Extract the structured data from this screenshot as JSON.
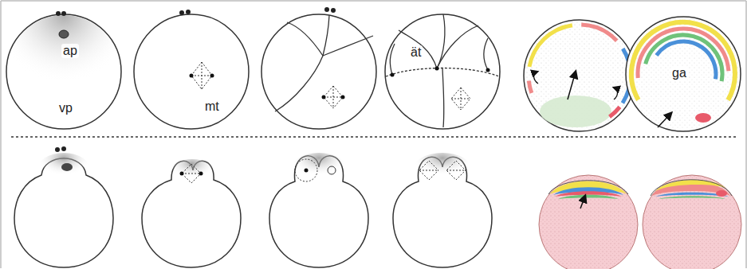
{
  "diagram": {
    "labels": [
      "ap",
      "vp",
      "mt",
      "ät",
      "ga"
    ]
  }
}
